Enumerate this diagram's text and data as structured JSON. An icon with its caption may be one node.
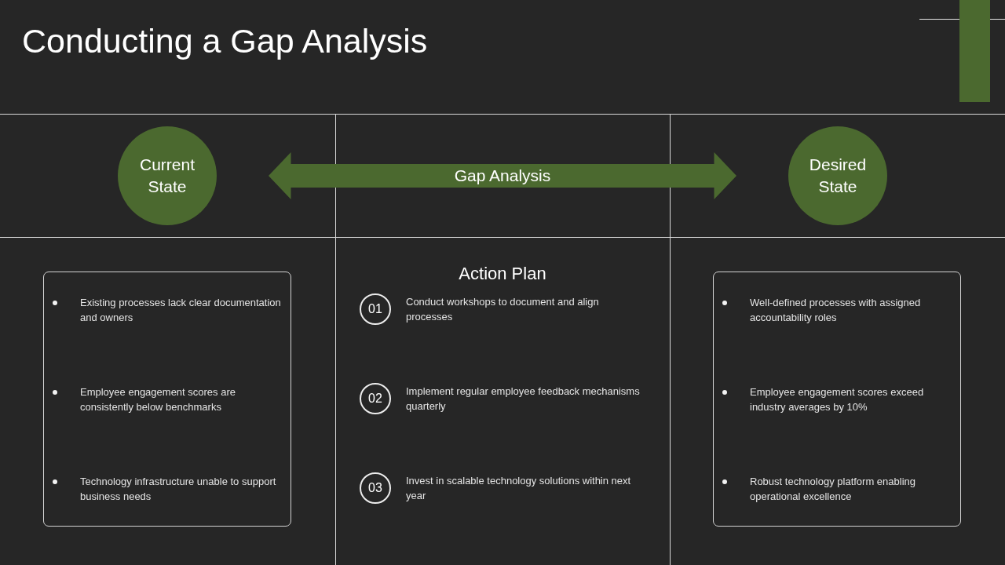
{
  "diagram": {
    "title": "Conducting a Gap Analysis",
    "nodes": [
      {
        "text": [
          "Current State"
        ]
      },
      {
        "text": [
          "Desired State"
        ]
      },
      {
        "text": [
          "Existing processes lack clear documentation and owners",
          "Employee engagement scores are consistently below benchmarks",
          "Technology infrastructure unable to support business needs"
        ]
      },
      {
        "text": [
          "01"
        ],
        "beside": [
          "Conduct workshops to document and align processes"
        ]
      },
      {
        "text": [
          "02"
        ],
        "beside": [
          "Implement regular employee feedback mechanisms quarterly"
        ]
      },
      {
        "text": [
          "03"
        ],
        "beside": [
          "Invest in scalable technology solutions within next year"
        ]
      },
      {
        "text": [
          "Well-defined processes with assigned accountability roles",
          "Employee engagement scores exceed industry averages by 10%",
          "Robust technology platform enabling operational excellence"
        ]
      }
    ],
    "edges": [
      {
        "from": 0,
        "to": 1,
        "arrow": "both",
        "label": "Gap Analysis",
        "style": "thick",
        "color": "#4b692f"
      }
    ],
    "labels": [
      "Action Plan"
    ]
  }
}
